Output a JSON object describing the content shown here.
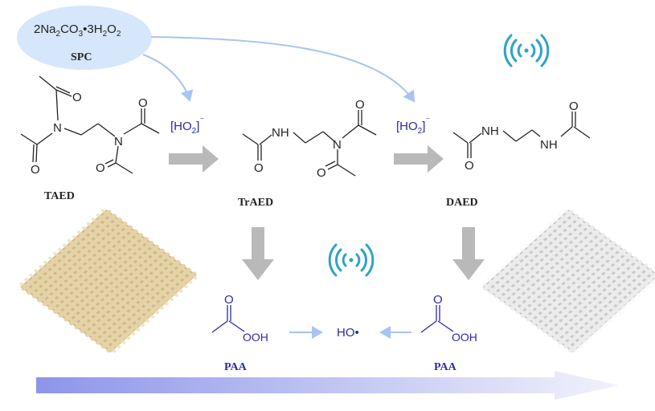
{
  "reagent": {
    "formula_parts": [
      "2Na",
      "2",
      "CO",
      "3",
      "•3H",
      "2",
      "O",
      "2"
    ],
    "abbr": "SPC"
  },
  "oxidant": {
    "base": "[HO",
    "sub": "2",
    "close": "]",
    "sup": "⁻"
  },
  "compounds": {
    "taed": "TAED",
    "traed": "TrAED",
    "daed": "DAED",
    "paa_left": "PAA",
    "paa_right": "PAA"
  },
  "atoms": {
    "O": "O",
    "N": "N",
    "NH": "NH",
    "OOH": "OOH",
    "radical": "HO•"
  },
  "icons": [
    "ultrasound-wave-icon",
    "fabric-before-icon",
    "fabric-after-icon"
  ],
  "colors": {
    "oval": "#d6e6fb",
    "ion": "#2a2aa8",
    "paa": "#2a2aa8",
    "gray_arrow": "#b9b9b9",
    "blue_arrow": "#a9c4f2",
    "wave": "#2fa3c4",
    "fabric_before": "#e4d3a6",
    "fabric_after": "#eeeeee"
  }
}
